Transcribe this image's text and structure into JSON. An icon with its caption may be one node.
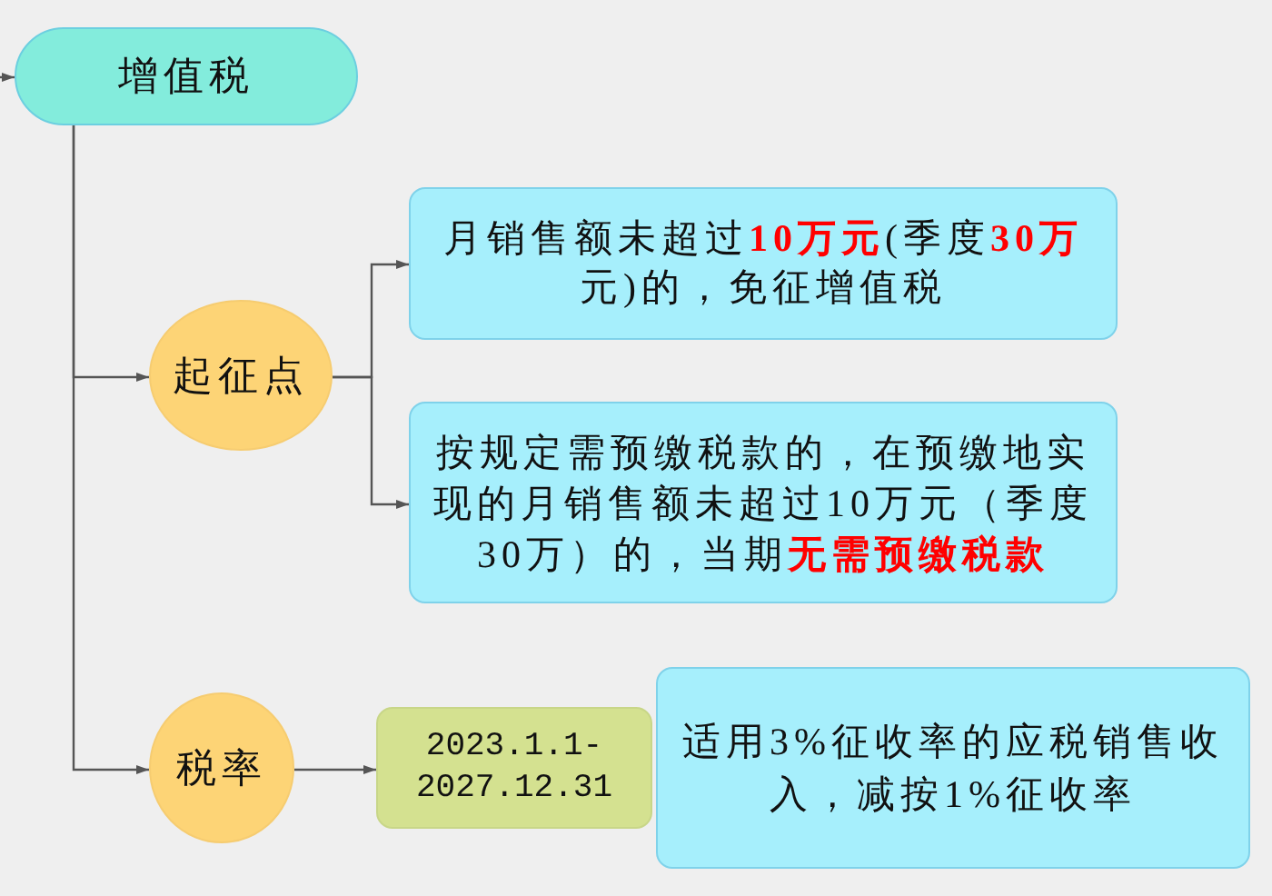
{
  "diagram": {
    "nodes": [
      {
        "text": [
          "增值税"
        ]
      },
      {
        "text": [
          "起征点"
        ]
      },
      {
        "text": [
          "月销售额未超过**10万元**(季度**30万**元)的，免征增值税"
        ]
      },
      {
        "text": [
          "按规定需预缴税款的，在预缴地实现的月销售额未超过10万元（季度30万）的，当期**无需预缴税款**"
        ]
      },
      {
        "text": [
          "税率"
        ]
      },
      {
        "text": [
          "2023.1.1- 2027.12.31"
        ]
      },
      {
        "text": [
          "适用3%征收率的应税销售收入，减按1%征收率"
        ]
      }
    ],
    "edges": [
      {
        "from": null,
        "to": 0,
        "arrow": "to"
      },
      {
        "from": 0,
        "to": 1,
        "arrow": "to"
      },
      {
        "from": 0,
        "to": 4,
        "arrow": "to"
      },
      {
        "from": 1,
        "to": 2,
        "arrow": "to"
      },
      {
        "from": 1,
        "to": 3,
        "arrow": "to"
      },
      {
        "from": 4,
        "to": 5,
        "arrow": "to"
      }
    ]
  }
}
